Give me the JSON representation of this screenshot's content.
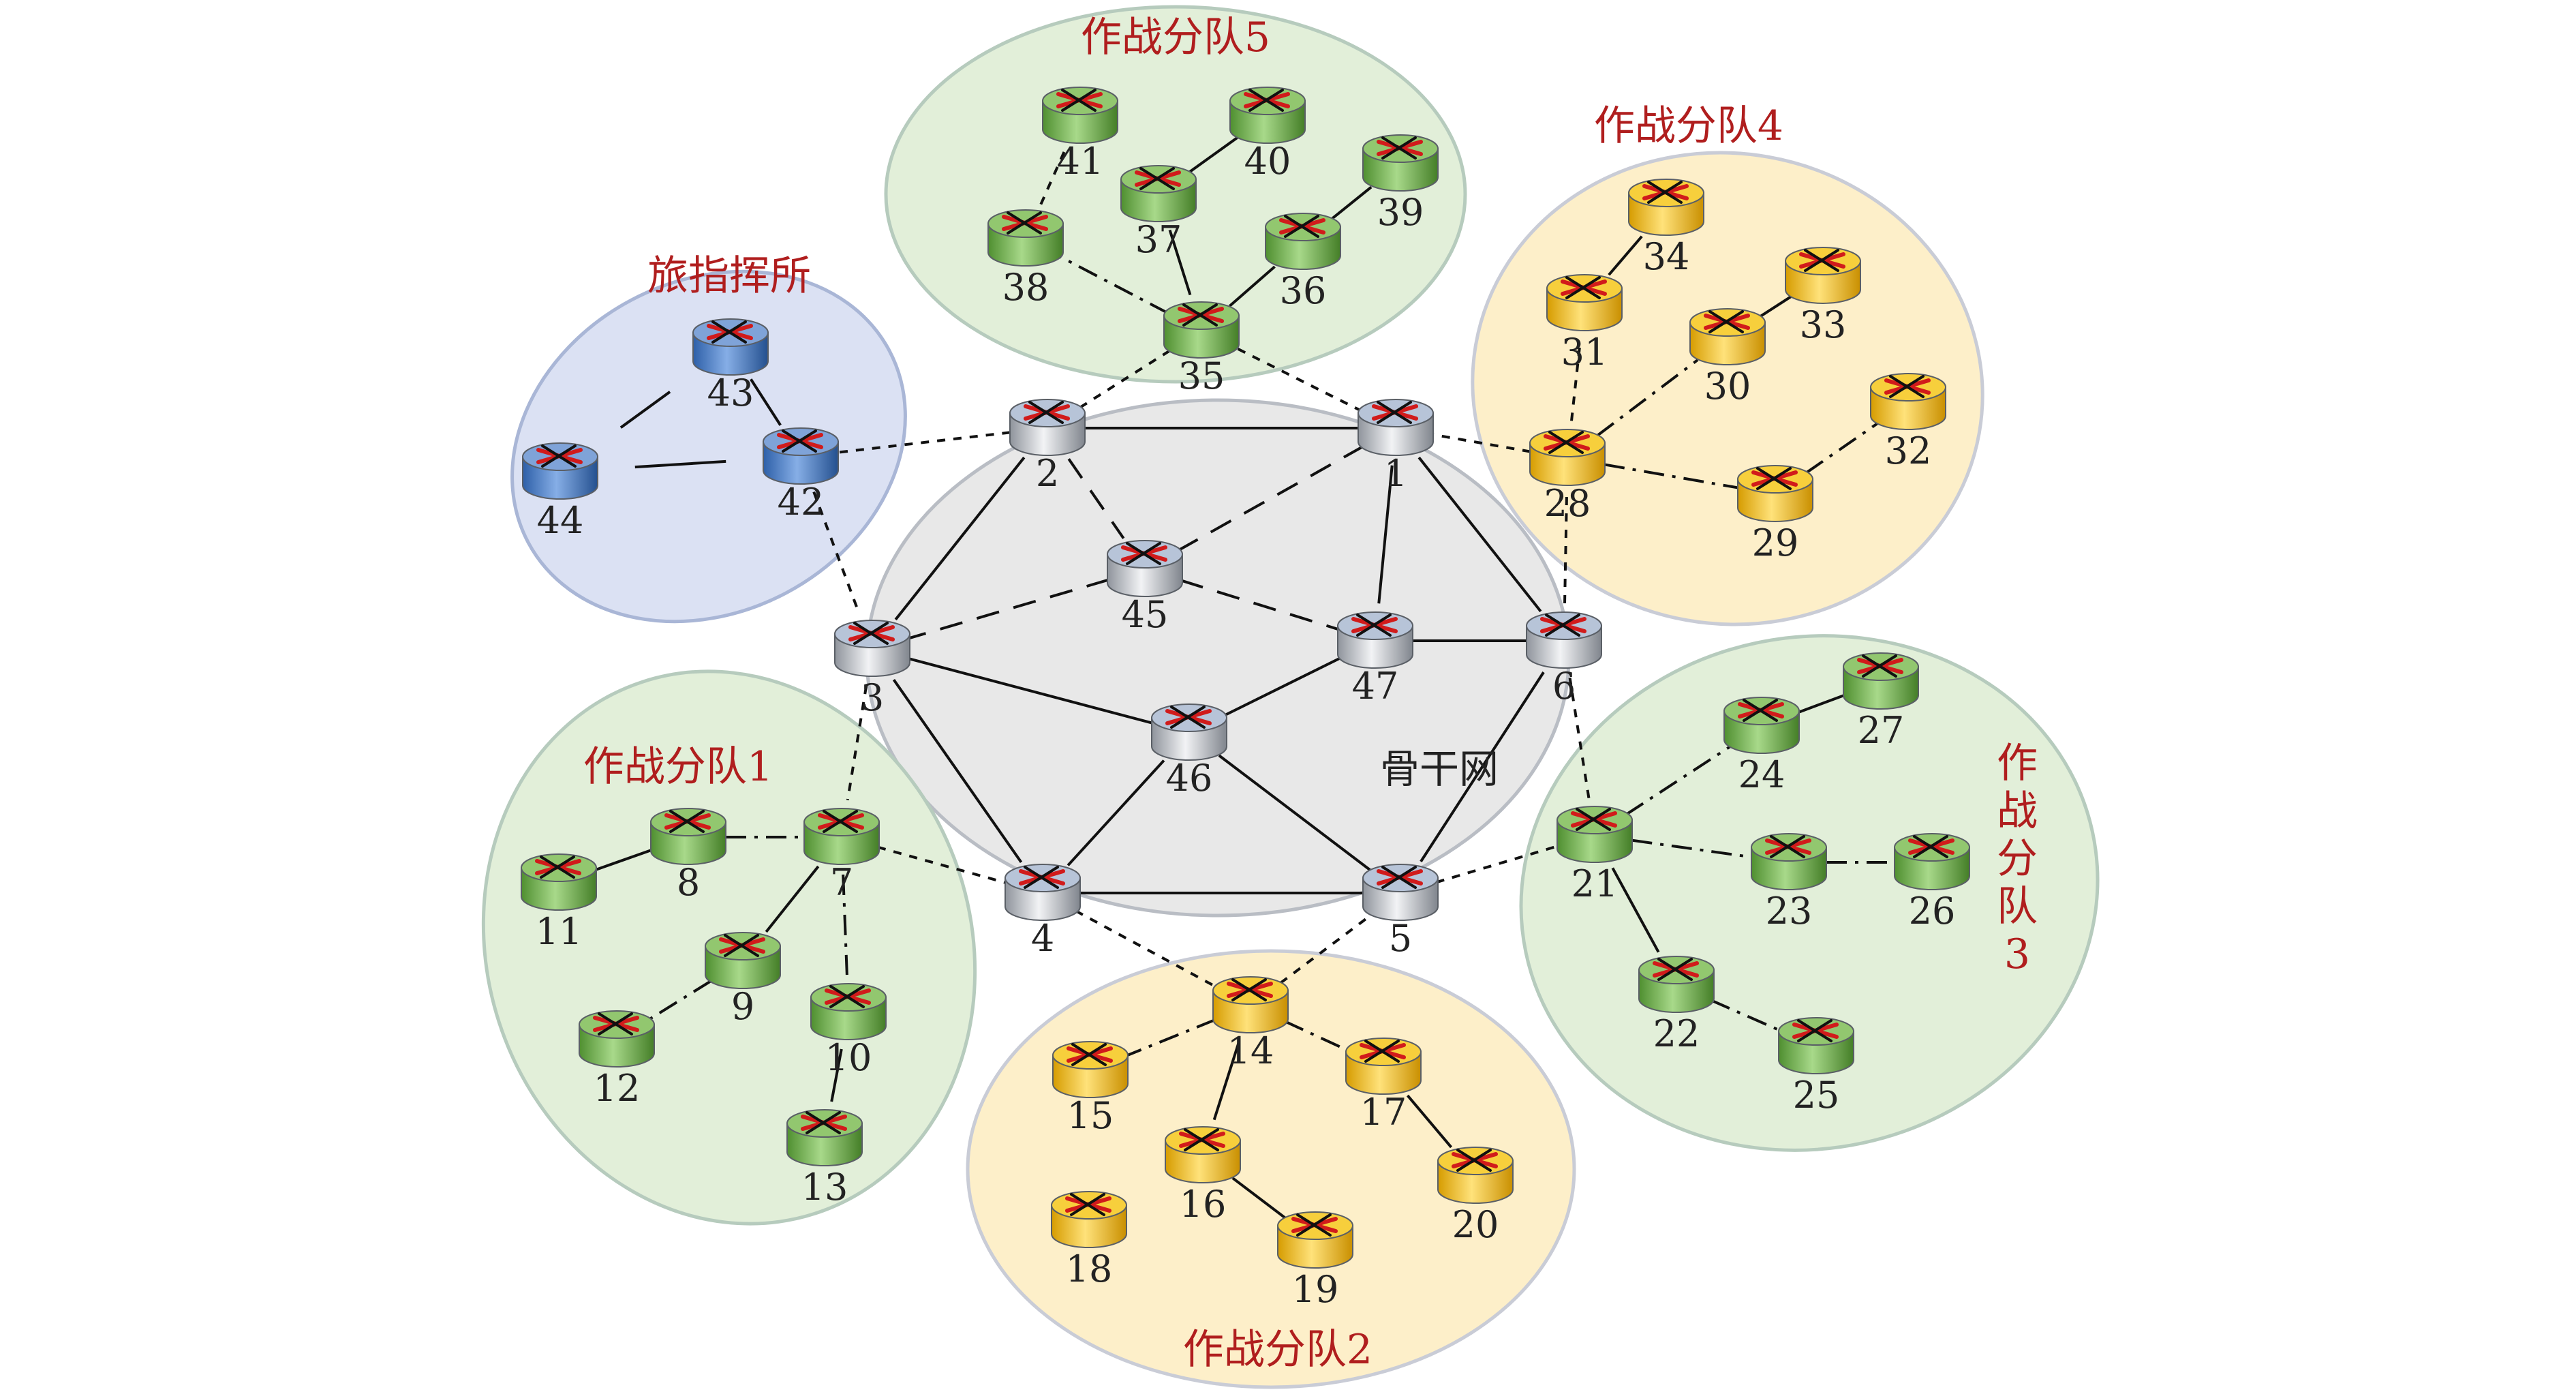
{
  "groups": [
    {
      "id": "backbone",
      "title": "骨干网"
    },
    {
      "id": "brigade",
      "title": "旅指挥所"
    },
    {
      "id": "team1",
      "title": "作战分队1"
    },
    {
      "id": "team2",
      "title": "作战分队2"
    },
    {
      "id": "team3",
      "title": "作战分队3"
    },
    {
      "id": "team4",
      "title": "作战分队4"
    },
    {
      "id": "team5",
      "title": "作战分队5"
    }
  ],
  "colors": {
    "backbone_fill": "#e8e8e8",
    "brigade_fill": "#dbe1f3",
    "green_fill": "#e2efd9",
    "yellow_fill": "#fdefc9",
    "title_red": "#b01e1e",
    "router_silver": "#c9ccd2",
    "router_blue": "#4a7cc7",
    "router_green": "#7cbc54",
    "router_yellow": "#f5c21b"
  },
  "nodes": [
    {
      "id": "1",
      "label": "1",
      "color": "silver"
    },
    {
      "id": "2",
      "label": "2",
      "color": "silver"
    },
    {
      "id": "3",
      "label": "3",
      "color": "silver"
    },
    {
      "id": "4",
      "label": "4",
      "color": "silver"
    },
    {
      "id": "5",
      "label": "5",
      "color": "silver"
    },
    {
      "id": "6",
      "label": "6",
      "color": "silver"
    },
    {
      "id": "45",
      "label": "45",
      "color": "silver"
    },
    {
      "id": "46",
      "label": "46",
      "color": "silver"
    },
    {
      "id": "47",
      "label": "47",
      "color": "silver"
    },
    {
      "id": "42",
      "label": "42",
      "color": "blue"
    },
    {
      "id": "43",
      "label": "43",
      "color": "blue"
    },
    {
      "id": "44",
      "label": "44",
      "color": "blue"
    },
    {
      "id": "7",
      "label": "7",
      "color": "green"
    },
    {
      "id": "8",
      "label": "8",
      "color": "green"
    },
    {
      "id": "9",
      "label": "9",
      "color": "green"
    },
    {
      "id": "10",
      "label": "10",
      "color": "green"
    },
    {
      "id": "11",
      "label": "11",
      "color": "green"
    },
    {
      "id": "12",
      "label": "12",
      "color": "green"
    },
    {
      "id": "13",
      "label": "13",
      "color": "green"
    },
    {
      "id": "14",
      "label": "14",
      "color": "yellow"
    },
    {
      "id": "15",
      "label": "15",
      "color": "yellow"
    },
    {
      "id": "16",
      "label": "16",
      "color": "yellow"
    },
    {
      "id": "17",
      "label": "17",
      "color": "yellow"
    },
    {
      "id": "18",
      "label": "18",
      "color": "yellow"
    },
    {
      "id": "19",
      "label": "19",
      "color": "yellow"
    },
    {
      "id": "20",
      "label": "20",
      "color": "yellow"
    },
    {
      "id": "21",
      "label": "21",
      "color": "green"
    },
    {
      "id": "22",
      "label": "22",
      "color": "green"
    },
    {
      "id": "23",
      "label": "23",
      "color": "green"
    },
    {
      "id": "24",
      "label": "24",
      "color": "green"
    },
    {
      "id": "25",
      "label": "25",
      "color": "green"
    },
    {
      "id": "26",
      "label": "26",
      "color": "green"
    },
    {
      "id": "27",
      "label": "27",
      "color": "green"
    },
    {
      "id": "28",
      "label": "28",
      "color": "yellow"
    },
    {
      "id": "29",
      "label": "29",
      "color": "yellow"
    },
    {
      "id": "30",
      "label": "30",
      "color": "yellow"
    },
    {
      "id": "31",
      "label": "31",
      "color": "yellow"
    },
    {
      "id": "32",
      "label": "32",
      "color": "yellow"
    },
    {
      "id": "33",
      "label": "33",
      "color": "yellow"
    },
    {
      "id": "34",
      "label": "34",
      "color": "yellow"
    },
    {
      "id": "35",
      "label": "35",
      "color": "green"
    },
    {
      "id": "36",
      "label": "36",
      "color": "green"
    },
    {
      "id": "37",
      "label": "37",
      "color": "green"
    },
    {
      "id": "38",
      "label": "38",
      "color": "green"
    },
    {
      "id": "39",
      "label": "39",
      "color": "green"
    },
    {
      "id": "40",
      "label": "40",
      "color": "green"
    },
    {
      "id": "41",
      "label": "41",
      "color": "green"
    }
  ],
  "edges": [
    {
      "from": "2",
      "to": "1",
      "style": "solid"
    },
    {
      "from": "1",
      "to": "6",
      "style": "solid"
    },
    {
      "from": "6",
      "to": "5",
      "style": "solid"
    },
    {
      "from": "5",
      "to": "4",
      "style": "solid"
    },
    {
      "from": "4",
      "to": "3",
      "style": "solid"
    },
    {
      "from": "3",
      "to": "2",
      "style": "solid"
    },
    {
      "from": "1",
      "to": "47",
      "style": "solid"
    },
    {
      "from": "47",
      "to": "6",
      "style": "solid"
    },
    {
      "from": "47",
      "to": "46",
      "style": "solid"
    },
    {
      "from": "3",
      "to": "46",
      "style": "solid"
    },
    {
      "from": "46",
      "to": "4",
      "style": "solid"
    },
    {
      "from": "46",
      "to": "5",
      "style": "solid"
    },
    {
      "from": "2",
      "to": "45",
      "style": "dashed"
    },
    {
      "from": "45",
      "to": "1",
      "style": "dashed"
    },
    {
      "from": "45",
      "to": "3",
      "style": "dashed"
    },
    {
      "from": "45",
      "to": "47",
      "style": "dashed"
    },
    {
      "from": "2",
      "to": "42",
      "style": "dotted"
    },
    {
      "from": "42",
      "to": "3",
      "style": "dotted"
    },
    {
      "from": "3",
      "to": "7",
      "style": "dotted"
    },
    {
      "from": "7",
      "to": "4",
      "style": "dotted"
    },
    {
      "from": "4",
      "to": "14",
      "style": "dotted"
    },
    {
      "from": "14",
      "to": "5",
      "style": "dotted"
    },
    {
      "from": "5",
      "to": "21",
      "style": "dotted"
    },
    {
      "from": "21",
      "to": "6",
      "style": "dotted"
    },
    {
      "from": "6",
      "to": "28",
      "style": "dotted"
    },
    {
      "from": "28",
      "to": "1",
      "style": "dotted"
    },
    {
      "from": "1",
      "to": "35",
      "style": "dotted"
    },
    {
      "from": "35",
      "to": "2",
      "style": "dotted"
    },
    {
      "from": "43",
      "to": "42",
      "style": "solid"
    },
    {
      "from": "43",
      "to": "44",
      "style": "solid",
      "gap": true
    },
    {
      "from": "44",
      "to": "42",
      "style": "solid",
      "gap": true
    },
    {
      "from": "11",
      "to": "8",
      "style": "solid"
    },
    {
      "from": "8",
      "to": "7",
      "style": "dashdot"
    },
    {
      "from": "7",
      "to": "9",
      "style": "solid"
    },
    {
      "from": "9",
      "to": "12",
      "style": "dashdot"
    },
    {
      "from": "7",
      "to": "10",
      "style": "dashdot"
    },
    {
      "from": "10",
      "to": "13",
      "style": "solid"
    },
    {
      "from": "14",
      "to": "15",
      "style": "dashdot"
    },
    {
      "from": "14",
      "to": "16",
      "style": "solid"
    },
    {
      "from": "14",
      "to": "17",
      "style": "dashdot"
    },
    {
      "from": "16",
      "to": "19",
      "style": "solid"
    },
    {
      "from": "17",
      "to": "20",
      "style": "solid"
    },
    {
      "from": "15",
      "to": "18",
      "style": "solid",
      "gap": true
    },
    {
      "from": "21",
      "to": "24",
      "style": "dashdot"
    },
    {
      "from": "24",
      "to": "27",
      "style": "solid"
    },
    {
      "from": "21",
      "to": "23",
      "style": "dashdot"
    },
    {
      "from": "23",
      "to": "26",
      "style": "dashdot"
    },
    {
      "from": "21",
      "to": "22",
      "style": "solid"
    },
    {
      "from": "22",
      "to": "25",
      "style": "dashdot"
    },
    {
      "from": "28",
      "to": "31",
      "style": "dotted"
    },
    {
      "from": "31",
      "to": "34",
      "style": "solid"
    },
    {
      "from": "28",
      "to": "30",
      "style": "dashdot"
    },
    {
      "from": "30",
      "to": "33",
      "style": "solid"
    },
    {
      "from": "28",
      "to": "29",
      "style": "dashdot"
    },
    {
      "from": "29",
      "to": "32",
      "style": "dashdot"
    },
    {
      "from": "35",
      "to": "36",
      "style": "solid"
    },
    {
      "from": "36",
      "to": "39",
      "style": "solid"
    },
    {
      "from": "35",
      "to": "37",
      "style": "solid"
    },
    {
      "from": "37",
      "to": "40",
      "style": "solid"
    },
    {
      "from": "35",
      "to": "38",
      "style": "dashdot"
    },
    {
      "from": "38",
      "to": "41",
      "style": "dotted"
    }
  ]
}
